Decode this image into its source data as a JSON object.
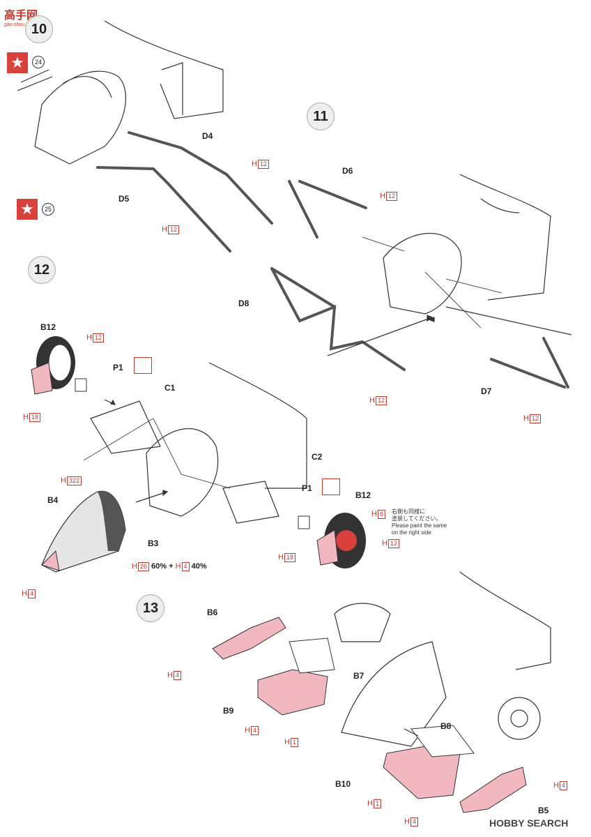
{
  "watermark_top": "高手网",
  "watermark_top_sub": "gao-shou.com",
  "watermark_bottom": "HOBBY SEARCH",
  "steps": {
    "s10": "10",
    "s11": "11",
    "s12": "12",
    "s13": "13"
  },
  "star_refs": {
    "r24": "24",
    "r25": "25"
  },
  "parts": {
    "D4": "D4",
    "D5": "D5",
    "D6": "D6",
    "D7": "D7",
    "D8": "D8",
    "B12a": "B12",
    "B12b": "B12",
    "P1a": "P1",
    "P1b": "P1",
    "C1": "C1",
    "C2": "C2",
    "B3": "B3",
    "B4": "B4",
    "B5": "B5",
    "B6": "B6",
    "B7": "B7",
    "B8": "B8",
    "B9": "B9",
    "B10": "B10"
  },
  "paint": {
    "h12": "H",
    "h12n": "12",
    "h18": "H",
    "h18n": "18",
    "h322": "H",
    "h322n": "322",
    "h26": "H",
    "h26n": "26",
    "h4": "H",
    "h4n": "4",
    "h8": "H",
    "h8n": "8",
    "h1": "H",
    "h1n": "1",
    "mix_a": "60% +",
    "mix_b": "40%"
  },
  "note_jp_1": "右側も同様に",
  "note_jp_2": "塗装してください。",
  "note_en_1": "Please paint the same",
  "note_en_2": "on the right side",
  "colors": {
    "accent_red": "#d9413c",
    "paint_red": "#c0392b",
    "pink_part": "#f2b8c0"
  }
}
